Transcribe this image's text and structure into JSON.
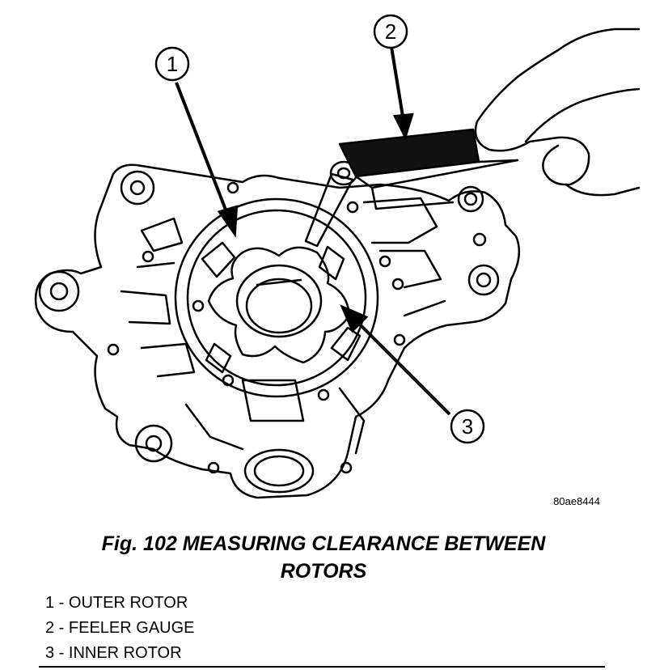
{
  "figure": {
    "code": "80ae8444",
    "caption_line1": "Fig. 102 MEASURING CLEARANCE BETWEEN",
    "caption_line2": "ROTORS"
  },
  "callouts": [
    {
      "number": "1",
      "label": "OUTER ROTOR"
    },
    {
      "number": "2",
      "label": "FEELER GAUGE"
    },
    {
      "number": "3",
      "label": "INNER ROTOR"
    }
  ],
  "legend": [
    "1 - OUTER ROTOR",
    "2 - FEELER GAUGE",
    "3 - INNER ROTOR"
  ]
}
